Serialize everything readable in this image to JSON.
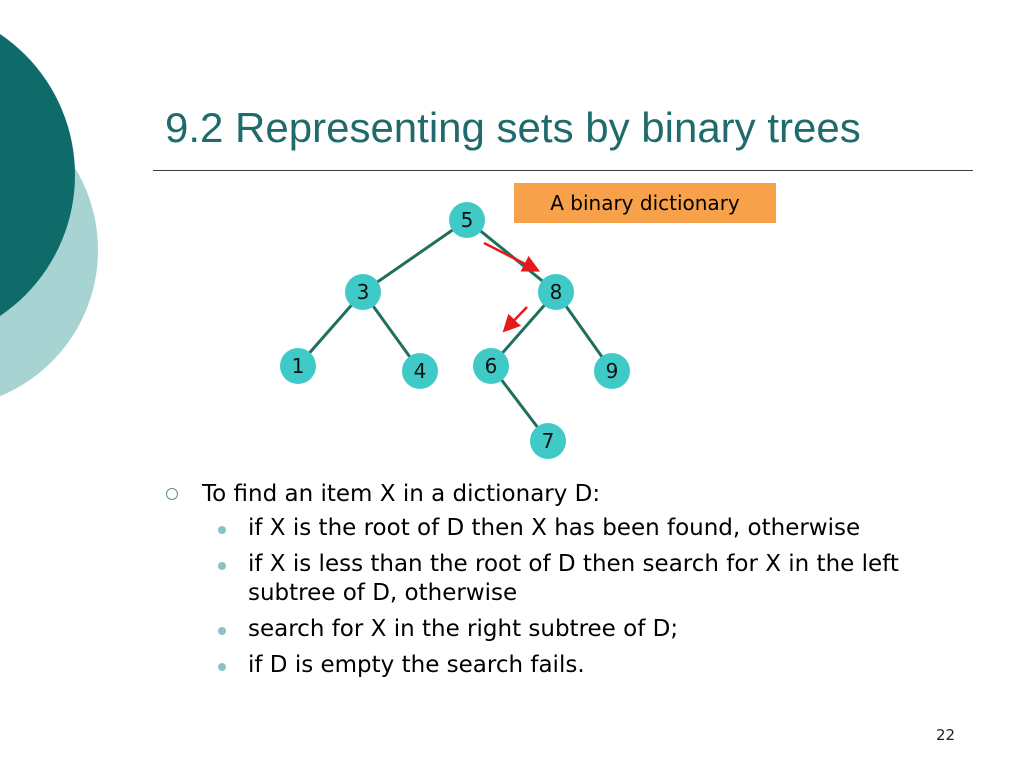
{
  "slide": {
    "title": "9.2 Representing sets by binary trees",
    "page_number": "22",
    "colors": {
      "title": "#1f6b6b",
      "dark_teal": "#0f6b6a",
      "light_teal": "#a7d3d3",
      "node_fill": "#3fcac8",
      "edge": "#1f6f5c",
      "arrow": "#e31b1b",
      "callout": "#f7a14a"
    }
  },
  "diagram": {
    "callout": "A binary dictionary",
    "nodes": [
      {
        "id": "n5",
        "label": "5"
      },
      {
        "id": "n3",
        "label": "3"
      },
      {
        "id": "n8",
        "label": "8"
      },
      {
        "id": "n1",
        "label": "1"
      },
      {
        "id": "n4",
        "label": "4"
      },
      {
        "id": "n6",
        "label": "6"
      },
      {
        "id": "n9",
        "label": "9"
      },
      {
        "id": "n7",
        "label": "7"
      }
    ],
    "edges": [
      {
        "from": "n5",
        "to": "n3"
      },
      {
        "from": "n5",
        "to": "n8"
      },
      {
        "from": "n3",
        "to": "n1"
      },
      {
        "from": "n3",
        "to": "n4"
      },
      {
        "from": "n8",
        "to": "n6"
      },
      {
        "from": "n8",
        "to": "n9"
      },
      {
        "from": "n6",
        "to": "n7"
      }
    ],
    "search_path": [
      {
        "from": "n5",
        "to": "n8"
      },
      {
        "from": "n8",
        "to": "n6"
      }
    ]
  },
  "bullets": {
    "main": "To find an item X in a dictionary D:",
    "sub": [
      "if X is the root of D then X has been found, otherwise",
      "if X is less than the root of D then search for X in the left subtree of D, otherwise",
      "search for X in the right subtree of D;",
      "if D is empty the search fails."
    ]
  }
}
